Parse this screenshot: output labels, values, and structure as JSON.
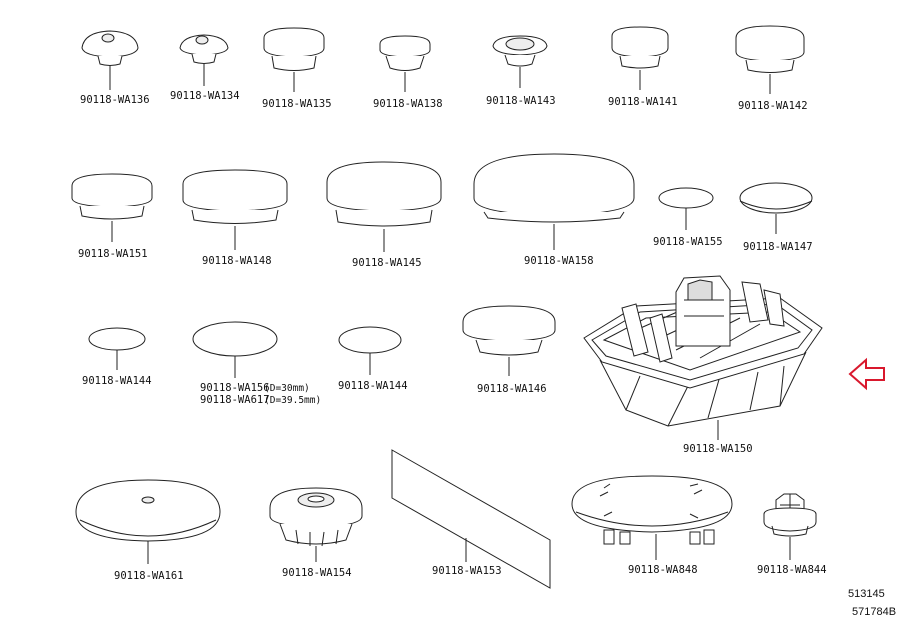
{
  "parts": {
    "wa136": "90118-WA136",
    "wa134": "90118-WA134",
    "wa135": "90118-WA135",
    "wa138": "90118-WA138",
    "wa143": "90118-WA143",
    "wa141": "90118-WA141",
    "wa142": "90118-WA142",
    "wa151": "90118-WA151",
    "wa148": "90118-WA148",
    "wa145": "90118-WA145",
    "wa158": "90118-WA158",
    "wa155": "90118-WA155",
    "wa147": "90118-WA147",
    "wa144a": "90118-WA144",
    "wa156": "90118-WA156",
    "wa156_dim": "(D=30mm)",
    "wa617": "90118-WA617",
    "wa617_dim": "(D=39.5mm)",
    "wa144b": "90118-WA144",
    "wa146": "90118-WA146",
    "wa150": "90118-WA150",
    "wa161": "90118-WA161",
    "wa154": "90118-WA154",
    "wa153": "90118-WA153",
    "wa848": "90118-WA848",
    "wa844": "90118-WA844"
  },
  "codes": {
    "illustration": "513145",
    "catalog": "571784B"
  },
  "colors": {
    "selection_arrow": "#d9182d",
    "line": "#222222"
  },
  "icons": {
    "selection": "arrow-left-outline"
  }
}
